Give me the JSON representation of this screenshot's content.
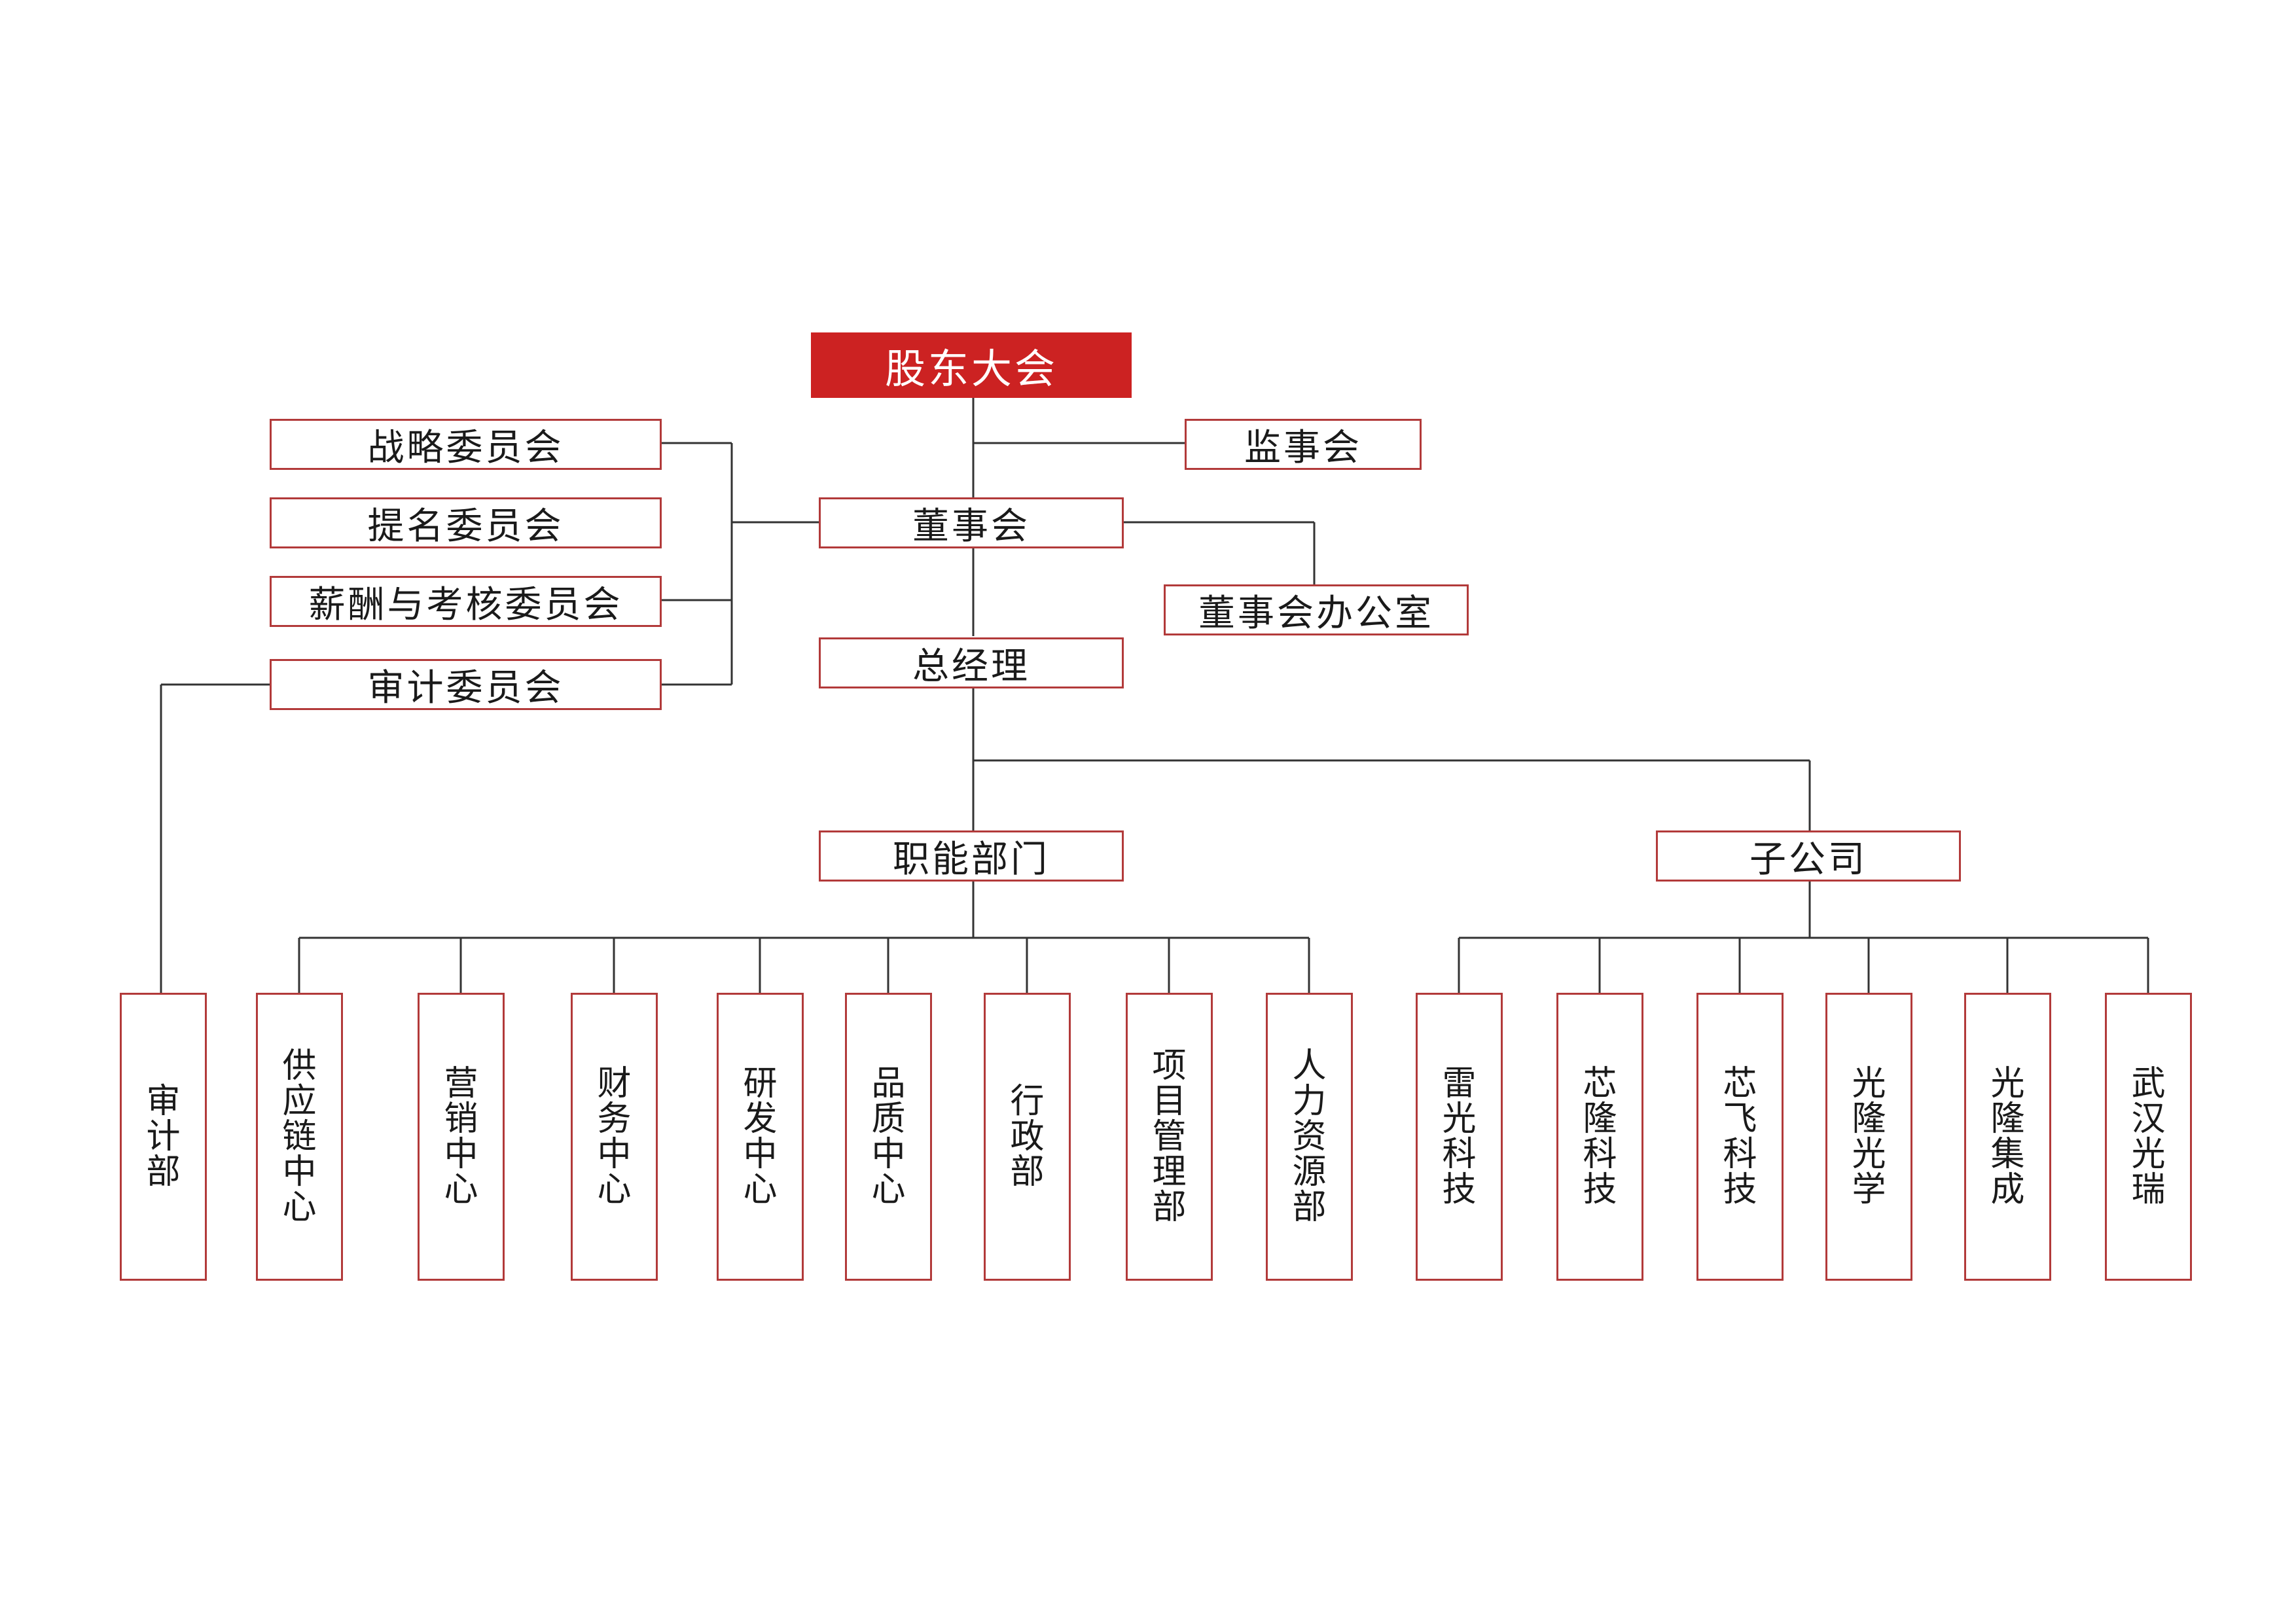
{
  "root": "股东大会",
  "supervisors": "监事会",
  "board": "董事会",
  "board_office": "董事会办公室",
  "committees": [
    "战略委员会",
    "提名委员会",
    "薪酬与考核委员会",
    "审计委员会"
  ],
  "gm": "总经理",
  "audit_dept": "审计部",
  "functional": "职能部门",
  "subsidiaries": "子公司",
  "departments": [
    "供应链中心",
    "营销中心",
    "财务中心",
    "研发中心",
    "品质中心",
    "行政部",
    "项目管理部",
    "人力资源部"
  ],
  "companies": [
    "雷光科技",
    "芯隆科技",
    "芯飞科技",
    "光隆光学",
    "光隆集成",
    "武汉光瑞"
  ],
  "colors": {
    "root_fill": "#cc2222",
    "border": "#b23a3a",
    "line": "#333333"
  }
}
